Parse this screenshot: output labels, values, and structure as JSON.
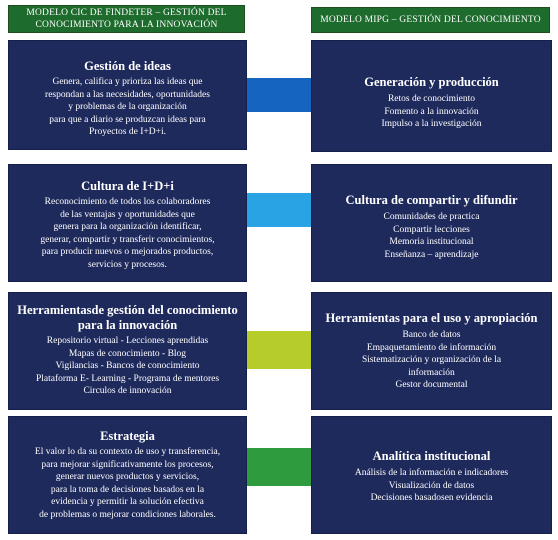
{
  "headers": {
    "left": [
      "MODELO CIC DE FINDETER – GESTIÓN DEL",
      "CONOCIMIENTO PARA LA INNOVACIÓN"
    ],
    "right": [
      "MODELO MIPG – GESTIÓN DEL CONOCIMIENTO"
    ]
  },
  "rows": [
    {
      "left": {
        "title": [
          "Gestión de ideas"
        ],
        "body": [
          "Genera, califica y prioriza las ideas que",
          "respondan a las necesidades, oportunidades",
          "y problemas de la organización",
          "para que a diario se produzcan ideas para",
          "Proyectos de I+D+i."
        ]
      },
      "right": {
        "title": [
          "Generación  y producción"
        ],
        "body": [
          "Retos de conocimiento",
          "Fomento a la innovación",
          "Impulso a la investigación"
        ]
      }
    },
    {
      "left": {
        "title": [
          "Cultura de I+D+i"
        ],
        "body": [
          "Reconocimiento de todos los colaboradores",
          "de las ventajas y oportunidades que",
          "genera para la organización identificar,",
          "generar, compartir y transferir conocimientos,",
          "para producir nuevos o mejorados productos,",
          "servicios y procesos."
        ]
      },
      "right": {
        "title": [
          "Cultura de compartir y difundir"
        ],
        "body": [
          "Comunidades de practica",
          "Compartir lecciones",
          "Memoria institucional",
          "Enseñanza – aprendizaje"
        ]
      }
    },
    {
      "left": {
        "title": [
          "Herramientasde  gestión  del conocimiento",
          "para la innovación"
        ],
        "body": [
          "Repositorio virtual - Lecciones aprendidas",
          "Mapas de conocimiento - Blog",
          "Vigilancias  - Bancos de conocimiento",
          "Plataforma E- Learning - Programa de mentores",
          "Circulos de innovación"
        ]
      },
      "right": {
        "title": [
          "Herramientas  para el uso y apropiación"
        ],
        "body": [
          "Banco de datos",
          "Empaquetamiento de información",
          "Sistematización y organización de la",
          "información",
          "Gestor documental"
        ]
      }
    },
    {
      "left": {
        "title": [
          "Estrategia"
        ],
        "body": [
          "El valor lo da su contexto de uso y transferencia,",
          "para mejorar significativamente los procesos,",
          "generar nuevos productos y servicios,",
          "para la toma de decisiones basados en la",
          "evidencia  y permitir la solución efectiva",
          "de problemas o mejorar condiciones laborales."
        ]
      },
      "right": {
        "title": [
          "Analítica institucional"
        ],
        "body": [
          "Análisis de la información e indicadores",
          "Visualización de datos",
          "Decisiones basadosen evidencia"
        ]
      }
    }
  ],
  "colors": {
    "box": "#1f2a5c",
    "header": "#1e6b2e",
    "arrows": [
      "#1565c0",
      "#29a3e3",
      "#b5cc2a",
      "#2e9c3e"
    ]
  }
}
